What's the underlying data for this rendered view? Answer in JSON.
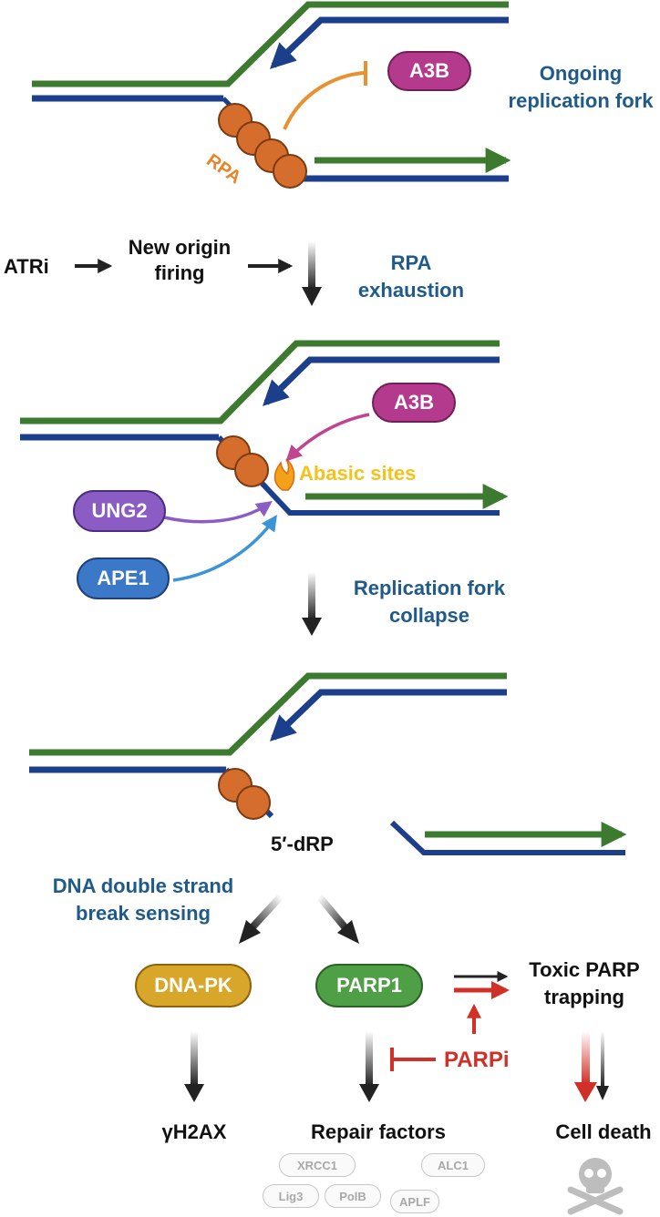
{
  "panel1": {
    "label_line1": "Ongoing",
    "label_line2": "replication fork",
    "protein": "A3B",
    "rpa": "RPA"
  },
  "step1": {
    "atri": "ATRi",
    "origin_line1": "New origin",
    "origin_line2": "firing",
    "exhaust_line1": "RPA",
    "exhaust_line2": "exhaustion"
  },
  "panel2": {
    "a3b": "A3B",
    "abasic": "Abasic sites",
    "ung2": "UNG2",
    "ape1": "APE1"
  },
  "step2": {
    "line1": "Replication fork",
    "line2": "collapse"
  },
  "panel3": {
    "drp": "5′-dRP"
  },
  "sensing": {
    "line1": "DNA double strand",
    "line2": "break sensing"
  },
  "nodes": {
    "dnapk": "DNA-PK",
    "parp1": "PARP1",
    "toxic_line1": "Toxic PARP",
    "toxic_line2": "trapping",
    "parpi": "PARPi",
    "h2ax": "γH2AX",
    "repair": "Repair factors",
    "death": "Cell death"
  },
  "repair_factors": [
    "XRCC1",
    "ALC1",
    "Lig3",
    "PolB",
    "APLF"
  ],
  "colors": {
    "green_strand": "#3c7a2f",
    "blue_strand": "#1c3f8c",
    "a3b": "#b43a8e",
    "ung2": "#8b5cc4",
    "ape1": "#3b78c8",
    "dnapk": "#d8a72a",
    "parp1": "#4f9f46",
    "rpa": "#d56e2c",
    "red_arrow": "#d03027",
    "label_blue": "#1f5a8a"
  },
  "icons": [
    "skull-crossbones-icon",
    "flame-icon"
  ]
}
